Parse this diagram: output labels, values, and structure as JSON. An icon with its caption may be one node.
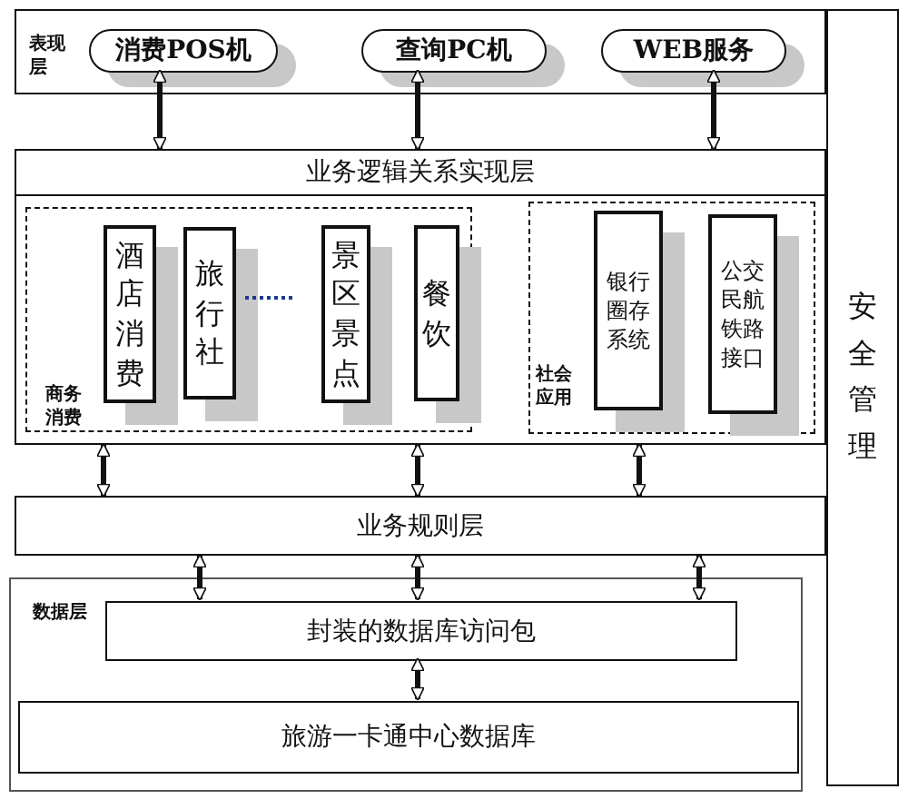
{
  "diagram": {
    "nodes": [
      {
        "text": [
          "表现层"
        ]
      },
      {
        "text": [
          "消费POS机"
        ],
        "in": 0
      },
      {
        "text": [
          "查询PC机"
        ],
        "in": 0
      },
      {
        "text": [
          "WEB服务"
        ],
        "in": 0
      },
      {
        "text": [
          "业务逻辑关系实现层"
        ]
      },
      {
        "text": [
          "商务消费"
        ],
        "in": 4
      },
      {
        "text": [
          "酒店消费"
        ],
        "in": 5
      },
      {
        "text": [
          "旅行社"
        ],
        "in": 5
      },
      {
        "text": [
          "景区景点"
        ],
        "in": 5
      },
      {
        "text": [
          "餐饮"
        ],
        "in": 5
      },
      {
        "text": [
          "社会应用"
        ],
        "in": 4
      },
      {
        "text": [
          "银行圈存系统"
        ],
        "in": 10
      },
      {
        "text": [
          "公交民航铁路接口"
        ],
        "in": 10
      },
      {
        "text": [
          "业务规则层"
        ]
      },
      {
        "text": [
          "数据层"
        ]
      },
      {
        "text": [
          "封装的数据库访问包"
        ],
        "in": 14
      },
      {
        "text": [
          "旅游一卡通中心数据库"
        ],
        "in": 14
      },
      {
        "text": [
          "安全管理"
        ]
      }
    ],
    "edges": [
      {
        "from": 1,
        "to": 4,
        "arrow": "both"
      },
      {
        "from": 2,
        "to": 4,
        "arrow": "both"
      },
      {
        "from": 3,
        "to": 4,
        "arrow": "both"
      },
      {
        "from": 4,
        "to": 13,
        "arrow": "both"
      },
      {
        "from": 4,
        "to": 13,
        "arrow": "both"
      },
      {
        "from": 4,
        "to": 13,
        "arrow": "both"
      },
      {
        "from": 13,
        "to": 15,
        "arrow": "both"
      },
      {
        "from": 13,
        "to": 15,
        "arrow": "both"
      },
      {
        "from": 13,
        "to": 15,
        "arrow": "both"
      },
      {
        "from": 15,
        "to": 16,
        "arrow": "both"
      }
    ]
  }
}
